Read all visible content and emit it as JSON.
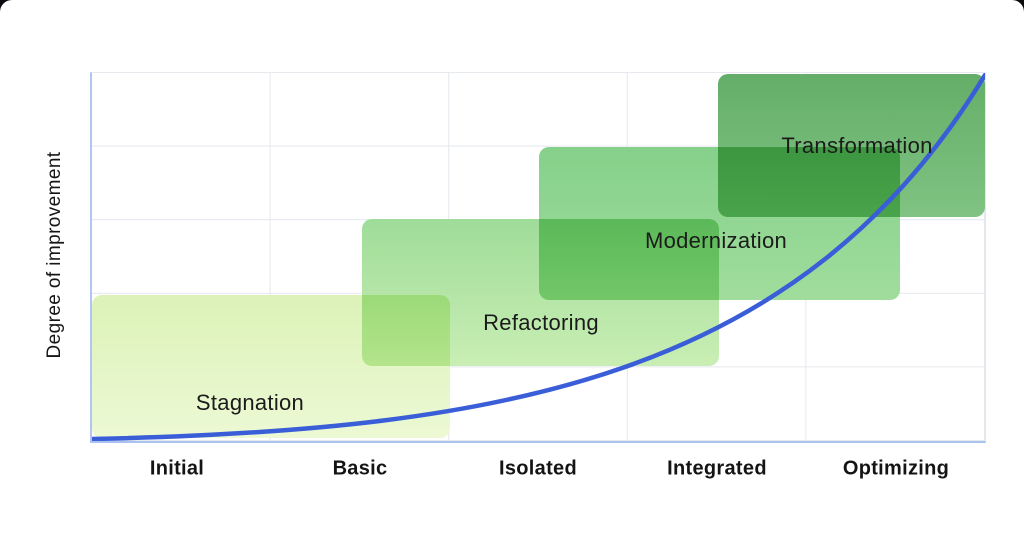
{
  "chart_data": {
    "type": "line",
    "title": "",
    "xlabel": "",
    "ylabel": "Degree of improvement",
    "x_categories": [
      "Initial",
      "Basic",
      "Isolated",
      "Integrated",
      "Optimizing"
    ],
    "y_tick_labels": [],
    "grid": "on",
    "legend": "none",
    "axis_color": "#aac3ee",
    "gridline_color": "#e4e7ec",
    "curve": {
      "name": "improvement curve",
      "style": "exponential",
      "color": "#3a5ed8",
      "x_fraction": [
        0.0,
        0.2,
        0.4,
        0.6,
        0.8,
        1.0
      ],
      "y_fraction_of_max": [
        0.0,
        0.02,
        0.1,
        0.23,
        0.46,
        1.0
      ]
    },
    "stages": [
      {
        "label": "Stagnation",
        "maturity_span": [
          "Initial",
          "Basic"
        ],
        "improvement_band": [
          0,
          2
        ],
        "color_top": "#dcf2b8",
        "color_bottom": "#ecf9d4"
      },
      {
        "label": "Refactoring",
        "maturity_span": [
          "Basic",
          "Isolated"
        ],
        "improvement_band": [
          1,
          3
        ],
        "color_top": "#9fdc99",
        "color_bottom": "#c9eeb4"
      },
      {
        "label": "Modernization",
        "maturity_span": [
          "Isolated",
          "Integrated"
        ],
        "improvement_band": [
          2,
          4
        ],
        "color_top": "#85d08a",
        "color_bottom": "#a0dd9d"
      },
      {
        "label": "Transformation",
        "maturity_span": [
          "Integrated",
          "Optimizing"
        ],
        "improvement_band": [
          3,
          5
        ],
        "color_top": "#64ae69",
        "color_bottom": "#80c382"
      }
    ]
  }
}
